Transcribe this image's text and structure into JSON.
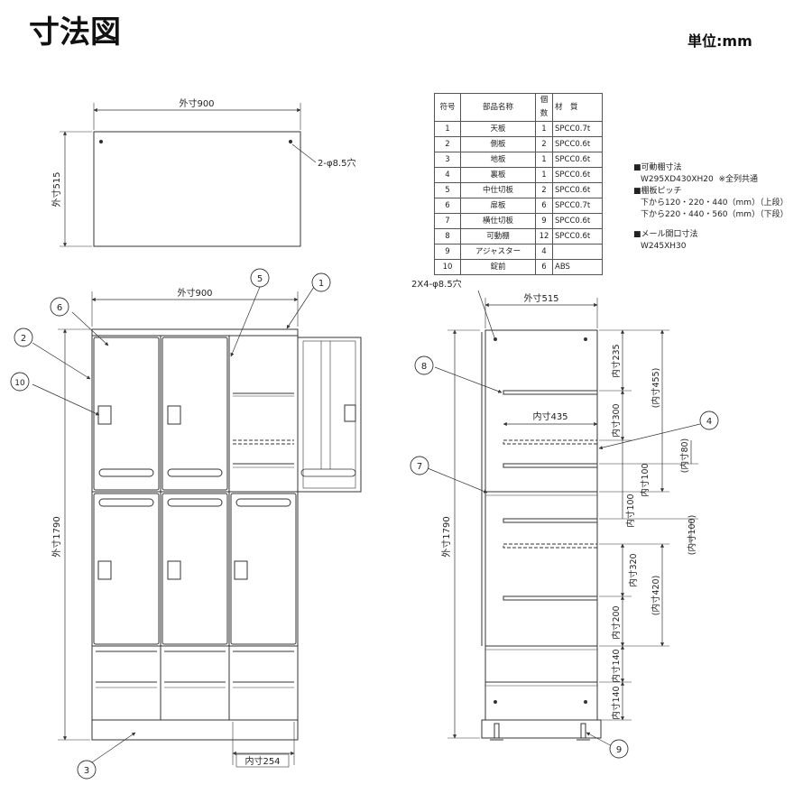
{
  "header": {
    "title": "寸法図",
    "unit": "単位:mm"
  },
  "parts_table": {
    "headers": [
      "符号",
      "部品名称",
      "個数",
      "材　質"
    ],
    "rows": [
      [
        "1",
        "天板",
        "1",
        "SPCC0.7t"
      ],
      [
        "2",
        "側板",
        "2",
        "SPCC0.6t"
      ],
      [
        "3",
        "地板",
        "1",
        "SPCC0.6t"
      ],
      [
        "4",
        "裏板",
        "1",
        "SPCC0.6t"
      ],
      [
        "5",
        "中仕切板",
        "2",
        "SPCC0.6t"
      ],
      [
        "6",
        "扉板",
        "6",
        "SPCC0.7t"
      ],
      [
        "7",
        "横仕切板",
        "9",
        "SPCC0.6t"
      ],
      [
        "8",
        "可動棚",
        "12",
        "SPCC0.6t"
      ],
      [
        "9",
        "アジャスター",
        "4",
        ""
      ],
      [
        "10",
        "錠前",
        "6",
        "ABS"
      ]
    ]
  },
  "notes": {
    "shelf_size_title": "■可動棚寸法",
    "shelf_size_value": "W295XD430XH20",
    "shelf_size_remark": "※全列共通",
    "pitch_title": "■棚板ピッチ",
    "pitch_upper": "下から120・220・440（mm）（上段）",
    "pitch_lower": "下から220・440・560（mm）（下段）",
    "mail_title": "■メール開口寸法",
    "mail_value": "W245XH30"
  },
  "top_view": {
    "width_label": "外寸900",
    "depth_label": "外寸515",
    "hole_label": "2-φ8.5穴"
  },
  "front_view": {
    "width_label": "外寸900",
    "height_label": "外寸1790",
    "inner_width_label": "内寸254"
  },
  "side_view": {
    "width_label": "外寸515",
    "hole_label": "2X4-φ8.5穴",
    "height_label": "外寸1790",
    "inner_depth_label": "内寸435",
    "dims": [
      "内寸235",
      "(内寸455)",
      "内寸300",
      "(内寸80)",
      "内寸100",
      "内寸100",
      "(内寸100)",
      "内寸320",
      "(内寸420)",
      "内寸200",
      "内寸140",
      "内寸140"
    ]
  },
  "callouts": [
    "1",
    "2",
    "3",
    "4",
    "5",
    "6",
    "7",
    "8",
    "9",
    "10"
  ]
}
